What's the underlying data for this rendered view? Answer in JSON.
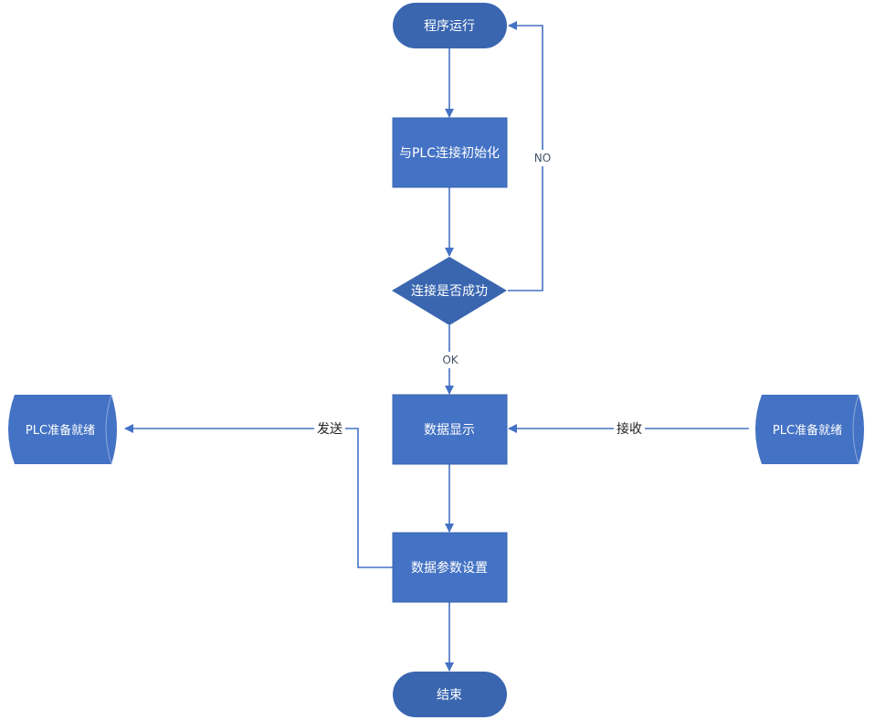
{
  "nodes": {
    "start": "程序运行",
    "init": "与PLC连接初始化",
    "decision": "连接是否成功",
    "display": "数据显示",
    "params": "数据参数设置",
    "end": "结束",
    "plc_left": "PLC准备就绪",
    "plc_right": "PLC准备就绪"
  },
  "edges": {
    "no_label": "NO",
    "ok_label": "OK",
    "send_label": "发送",
    "receive_label": "接收"
  },
  "colors": {
    "node_fill": "#4472c4",
    "terminal_fill": "#3a66b0",
    "edge": "#4472c4",
    "text": "#ffffff"
  }
}
